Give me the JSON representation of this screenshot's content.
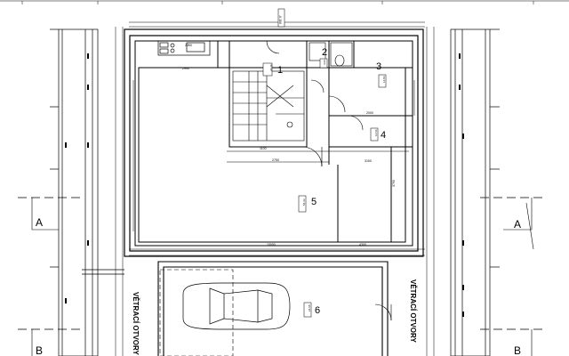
{
  "rooms": [
    {
      "number": "1",
      "area_tag": "24.44"
    },
    {
      "number": "2",
      "area_tag": "4.64"
    },
    {
      "number": "3",
      "area_tag": "14.83"
    },
    {
      "number": "4",
      "area_tag": "14.64"
    },
    {
      "number": "5",
      "area_tag": "54.43"
    },
    {
      "number": "6",
      "area_tag": "24.65"
    }
  ],
  "level_tag": "-0.150",
  "section_marks": [
    "A",
    "A",
    "B",
    "B"
  ],
  "vent_label": "VĚTRACÍ OTVORY",
  "vent_label_right": "VĚTRACÍ OTVORY",
  "dimensions": {
    "top_left": "2990",
    "kitchen": "2350",
    "mid_a": "1100",
    "mid_b": "2750",
    "right_a": "2000",
    "right_b": "3150",
    "bottom_main": "10000",
    "bottom_right": "4300",
    "inner_5": "3790"
  }
}
